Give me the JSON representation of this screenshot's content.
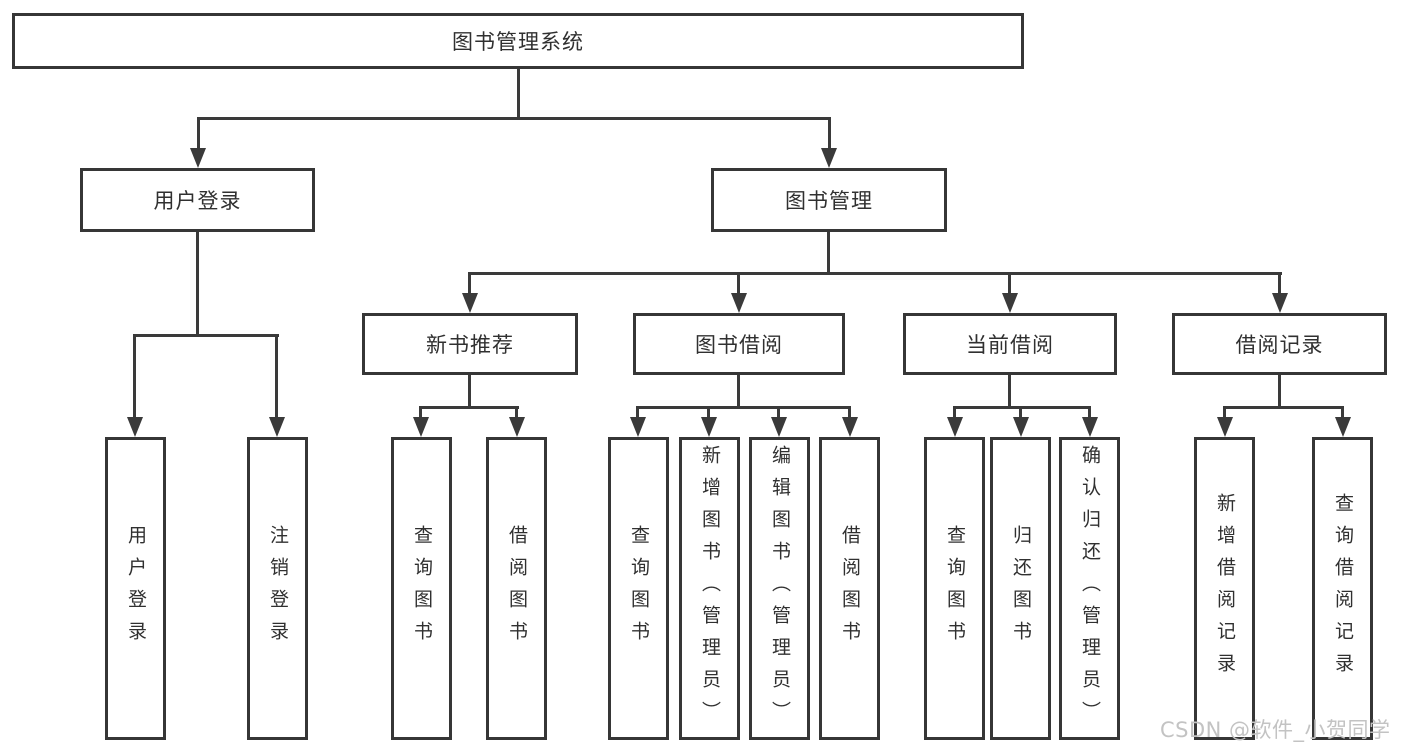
{
  "diagram": {
    "root": {
      "label": "图书管理系统"
    },
    "level2": [
      {
        "label": "用户登录"
      },
      {
        "label": "图书管理"
      }
    ],
    "level3": [
      {
        "label": "新书推荐",
        "parent": "图书管理"
      },
      {
        "label": "图书借阅",
        "parent": "图书管理"
      },
      {
        "label": "当前借阅",
        "parent": "图书管理"
      },
      {
        "label": "借阅记录",
        "parent": "图书管理"
      }
    ],
    "leaves": [
      {
        "label": "用户登录",
        "parent": "用户登录"
      },
      {
        "label": "注销登录",
        "parent": "用户登录"
      },
      {
        "label": "查询图书",
        "parent": "新书推荐"
      },
      {
        "label": "借阅图书",
        "parent": "新书推荐"
      },
      {
        "label": "查询图书",
        "parent": "图书借阅"
      },
      {
        "label": "新增图书（管理员）",
        "parent": "图书借阅"
      },
      {
        "label": "编辑图书（管理员）",
        "parent": "图书借阅"
      },
      {
        "label": "借阅图书",
        "parent": "图书借阅"
      },
      {
        "label": "查询图书",
        "parent": "当前借阅"
      },
      {
        "label": "归还图书",
        "parent": "当前借阅"
      },
      {
        "label": "确认归还（管理员）",
        "parent": "当前借阅"
      },
      {
        "label": "新增借阅记录",
        "parent": "借阅记录"
      },
      {
        "label": "查询借阅记录",
        "parent": "借阅记录"
      }
    ]
  },
  "watermark": {
    "text": "CSDN @软件_小贺同学"
  },
  "colors": {
    "line": "#3a3a3a",
    "box_border": "#363636",
    "label_text": "#303030",
    "watermark_text": "#c3c3c3",
    "background": "#ffffff"
  }
}
